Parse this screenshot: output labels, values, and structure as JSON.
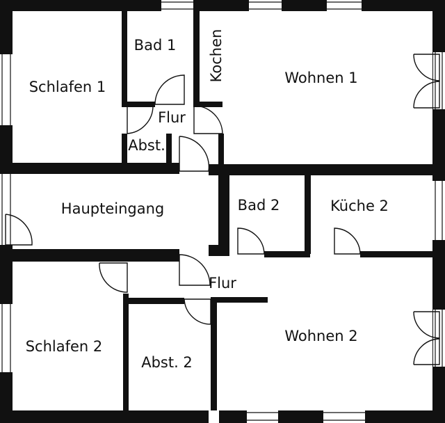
{
  "plan": {
    "colors": {
      "wall": "#111111",
      "background": "#ffffff",
      "line": "#111111"
    },
    "rooms": {
      "schlafen_1": "Schlafen 1",
      "bad_1": "Bad 1",
      "kochen": "Kochen",
      "wohnen_1": "Wohnen 1",
      "flur_1": "Flur",
      "abst_1": "Abst.",
      "haupteingang": "Haupteingang",
      "bad_2": "Bad 2",
      "kueche_2": "Küche 2",
      "flur_2": "Flur",
      "schlafen_2": "Schlafen 2",
      "abst_2": "Abst. 2",
      "wohnen_2": "Wohnen 2"
    }
  }
}
